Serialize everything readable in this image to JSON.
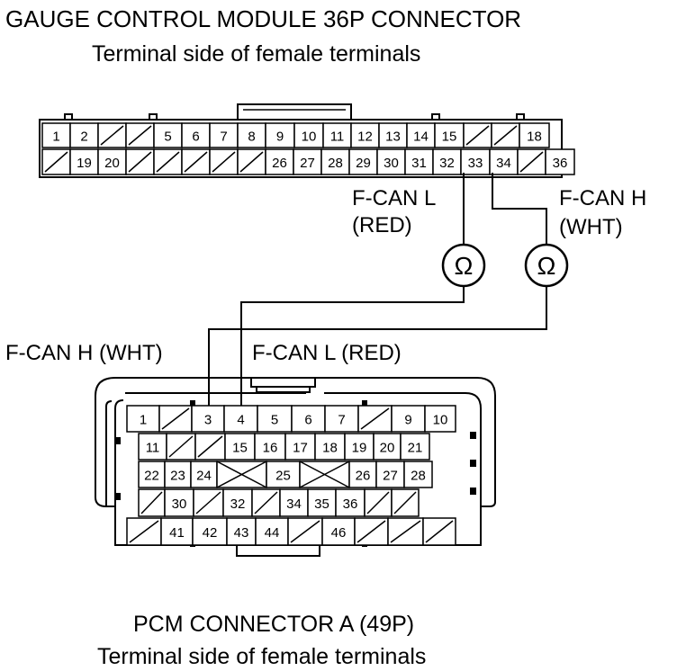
{
  "top_connector": {
    "title": "GAUGE CONTROL MODULE 36P CONNECTOR",
    "subtitle": "Terminal side of female terminals",
    "row1": [
      "1",
      "2",
      "",
      "",
      "5",
      "6",
      "7",
      "8",
      "9",
      "10",
      "11",
      "12",
      "13",
      "14",
      "15",
      "",
      "",
      "18"
    ],
    "row2": [
      "",
      "19",
      "20",
      "",
      "",
      "",
      "",
      "",
      "26",
      "27",
      "28",
      "29",
      "30",
      "31",
      "32",
      "33",
      "34",
      "",
      "36"
    ]
  },
  "bottom_connector": {
    "title": "PCM CONNECTOR A (49P)",
    "subtitle": "Terminal side of female terminals",
    "row1": [
      "1",
      "",
      "3",
      "4",
      "5",
      "6",
      "7",
      "",
      "9",
      "10"
    ],
    "row2": [
      "11",
      "",
      "",
      "15",
      "16",
      "17",
      "18",
      "19",
      "20",
      "21"
    ],
    "row3": [
      "22",
      "23",
      "24",
      "",
      "25",
      "",
      "26",
      "27",
      "28"
    ],
    "row4": [
      "",
      "30",
      "",
      "32",
      "",
      "34",
      "35",
      "36",
      "",
      ""
    ],
    "row5": [
      "",
      "41",
      "42",
      "43",
      "44",
      "",
      "46",
      "",
      "",
      ""
    ]
  },
  "wires": {
    "fcan_l_top_line1": "F-CAN L",
    "fcan_l_top_line2": "(RED)",
    "fcan_h_top_line1": "F-CAN H",
    "fcan_h_top_line2": "(WHT)",
    "fcan_h_bottom": "F-CAN H (WHT)",
    "fcan_l_bottom": "F-CAN L (RED)",
    "ohm_symbol": "Ω"
  }
}
